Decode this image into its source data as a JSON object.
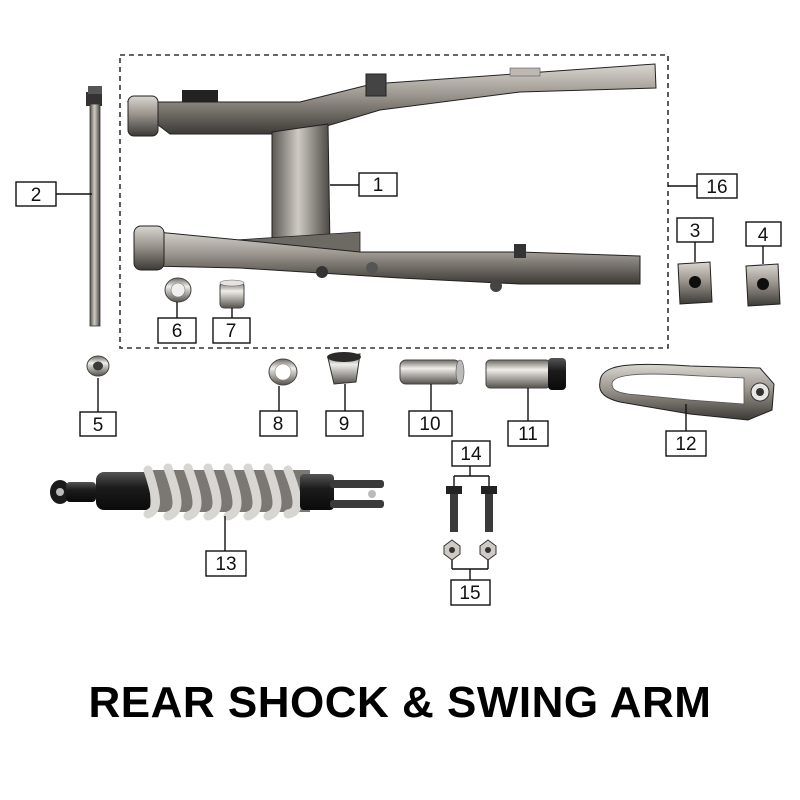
{
  "title": "REAR SHOCK & SWING ARM",
  "callouts": [
    {
      "id": "1",
      "label": "1"
    },
    {
      "id": "2",
      "label": "2"
    },
    {
      "id": "3",
      "label": "3"
    },
    {
      "id": "4",
      "label": "4"
    },
    {
      "id": "5",
      "label": "5"
    },
    {
      "id": "6",
      "label": "6"
    },
    {
      "id": "7",
      "label": "7"
    },
    {
      "id": "8",
      "label": "8"
    },
    {
      "id": "9",
      "label": "9"
    },
    {
      "id": "10",
      "label": "10"
    },
    {
      "id": "11",
      "label": "11"
    },
    {
      "id": "12",
      "label": "12"
    },
    {
      "id": "13",
      "label": "13"
    },
    {
      "id": "14",
      "label": "14"
    },
    {
      "id": "15",
      "label": "15"
    },
    {
      "id": "16",
      "label": "16"
    }
  ],
  "colors": {
    "metal_dark": "#2a2a2a",
    "metal_mid": "#7a7670",
    "metal_light": "#c9c6c0",
    "spring": "#d8d6d2"
  }
}
